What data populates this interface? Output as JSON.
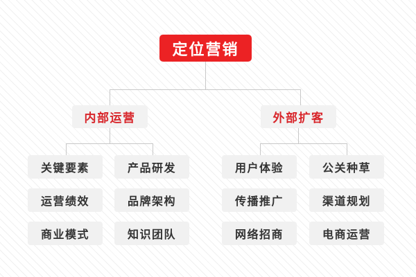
{
  "diagram": {
    "type": "tree",
    "orientation": "top-down",
    "colors": {
      "root_fill": "#ec2224",
      "root_text": "#ffffff",
      "branch_fill": "#f2f2f2",
      "branch_text": "#d8252a",
      "leaf_fill": "#f1f1f1",
      "leaf_text": "#333333",
      "connector": "#c8c8c8",
      "background": "#fdfdfd"
    },
    "root": {
      "label": "定位营销"
    },
    "branches": [
      {
        "label": "内部运营",
        "columns": [
          {
            "items": [
              "关键要素",
              "运营绩效",
              "商业模式"
            ]
          },
          {
            "items": [
              "产品研发",
              "品牌架构",
              "知识团队"
            ]
          }
        ]
      },
      {
        "label": "外部扩客",
        "columns": [
          {
            "items": [
              "用户体验",
              "传播推广",
              "网络招商"
            ]
          },
          {
            "items": [
              "公关种草",
              "渠道规划",
              "电商运营"
            ]
          }
        ]
      }
    ]
  }
}
